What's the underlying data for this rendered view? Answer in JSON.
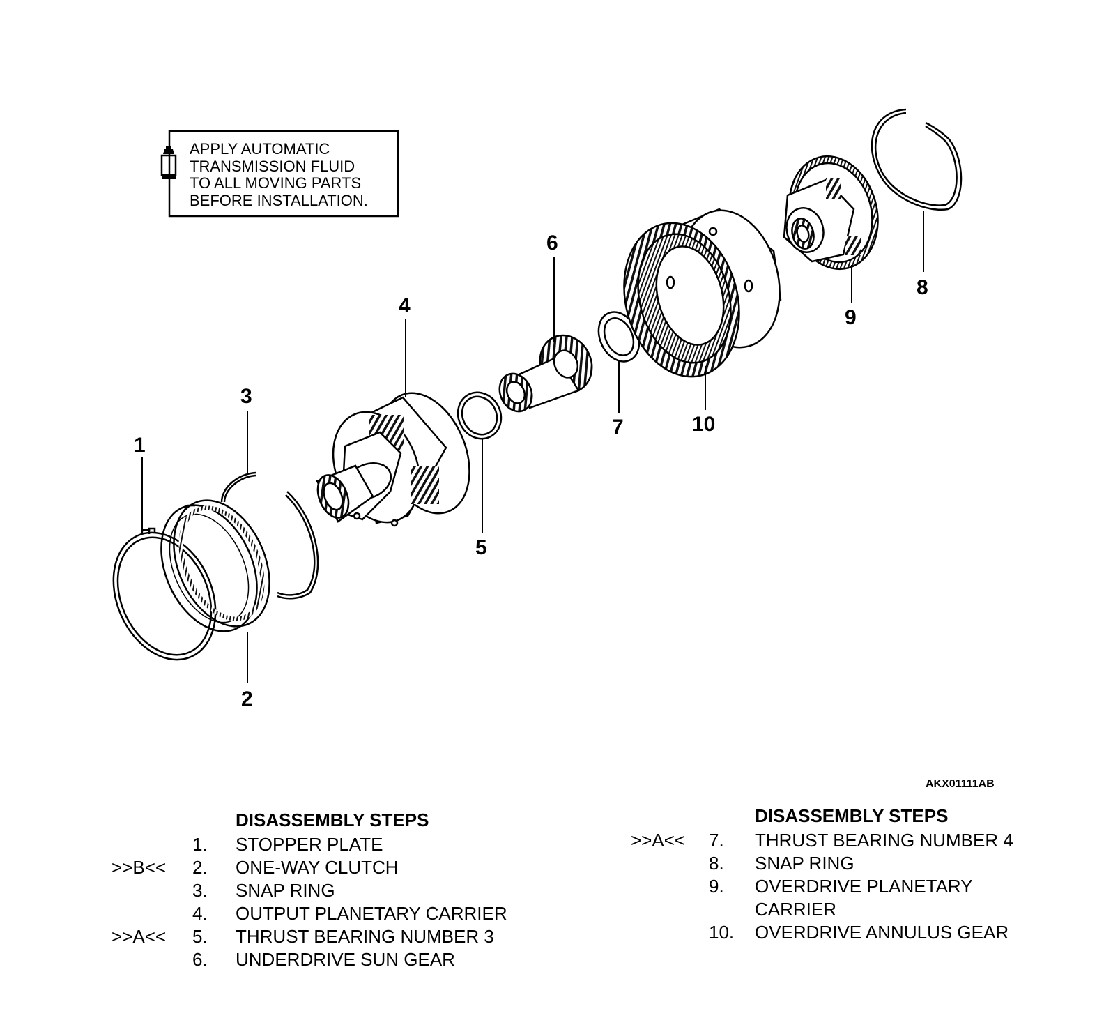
{
  "note": {
    "lines": [
      "APPLY AUTOMATIC",
      "TRANSMISSION FLUID",
      "TO ALL MOVING PARTS",
      "BEFORE INSTALLATION."
    ],
    "icon": "fluid-bottle-icon"
  },
  "callouts": [
    "1",
    "2",
    "3",
    "4",
    "5",
    "6",
    "7",
    "8",
    "9",
    "10"
  ],
  "figure_id": "AKX01111AB",
  "steps_left": {
    "heading": "DISASSEMBLY STEPS",
    "items": [
      {
        "mark": "",
        "num": "1.",
        "label": "STOPPER PLATE"
      },
      {
        "mark": ">>B<<",
        "num": "2.",
        "label": "ONE-WAY CLUTCH"
      },
      {
        "mark": "",
        "num": "3.",
        "label": "SNAP RING"
      },
      {
        "mark": "",
        "num": "4.",
        "label": "OUTPUT PLANETARY CARRIER"
      },
      {
        "mark": ">>A<<",
        "num": "5.",
        "label": "THRUST BEARING NUMBER 3"
      },
      {
        "mark": "",
        "num": "6.",
        "label": "UNDERDRIVE SUN GEAR"
      }
    ]
  },
  "steps_right": {
    "heading": "DISASSEMBLY STEPS",
    "items": [
      {
        "mark": ">>A<<",
        "num": "7.",
        "label": "THRUST BEARING NUMBER 4"
      },
      {
        "mark": "",
        "num": "8.",
        "label": "SNAP RING"
      },
      {
        "mark": "",
        "num": "9.",
        "label": "OVERDRIVE PLANETARY"
      },
      {
        "mark": "",
        "num": "",
        "label": "CARRIER"
      },
      {
        "mark": "",
        "num": "10.",
        "label": "OVERDRIVE ANNULUS GEAR"
      }
    ]
  }
}
